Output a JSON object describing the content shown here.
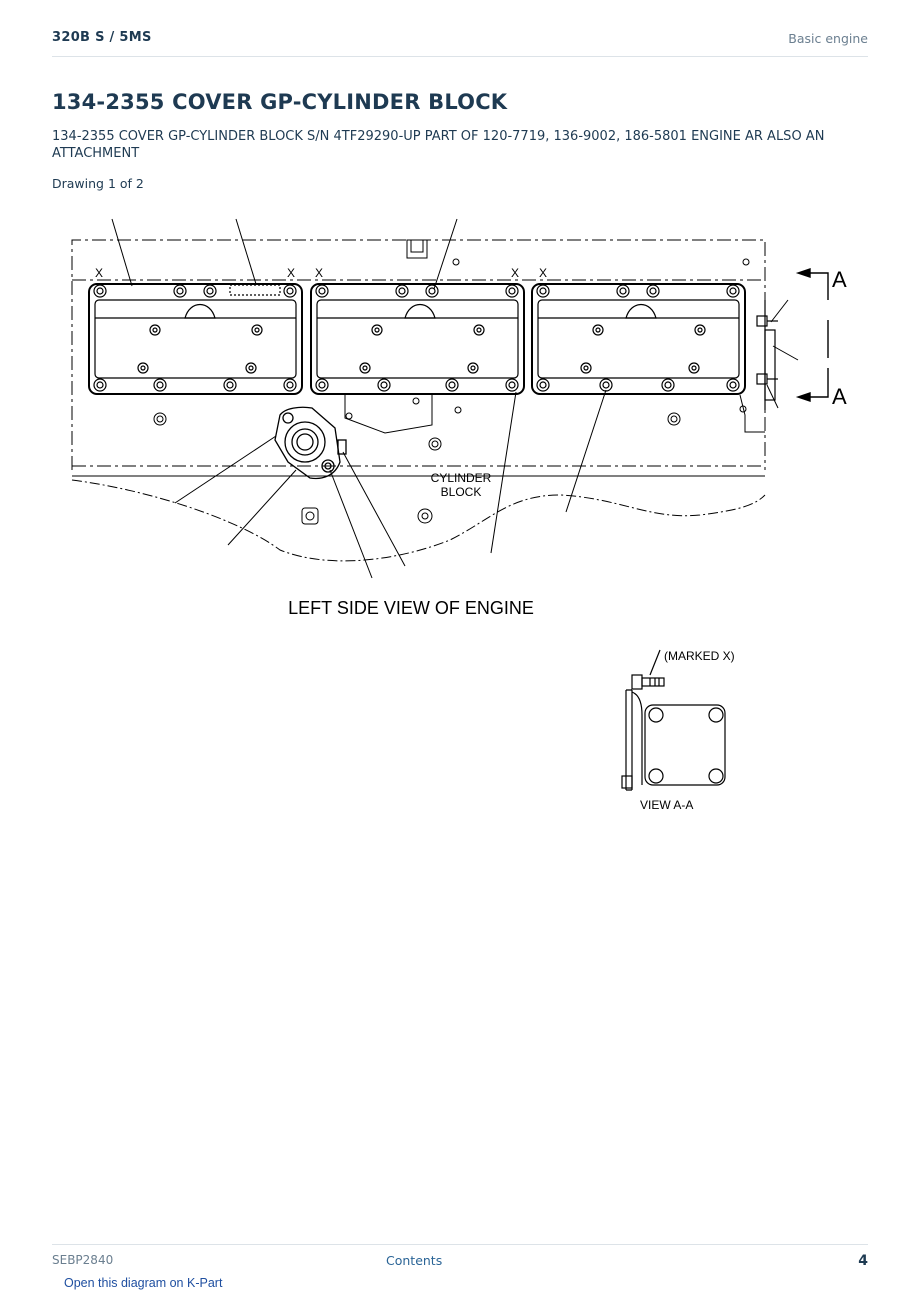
{
  "header": {
    "model": "320B S  /  5MS",
    "section": "Basic engine"
  },
  "title": "134-2355 COVER GP-CYLINDER BLOCK",
  "description": "134-2355 COVER GP-CYLINDER BLOCK S/N 4TF29290-UP PART OF 120-7719, 136-9002, 186-5801 ENGINE AR ALSO AN ATTACHMENT",
  "drawing_label": "Drawing 1 of 2",
  "diagram": {
    "x_marks": [
      "X",
      "X",
      "X",
      "X",
      "X"
    ],
    "section_marker_top": "A",
    "section_marker_bottom": "A",
    "cylinder_block_label_line1": "CYLINDER",
    "cylinder_block_label_line2": "BLOCK",
    "main_caption": "LEFT SIDE VIEW OF ENGINE",
    "marked_label": "(MARKED X)",
    "view_label": "VIEW A-A"
  },
  "footer": {
    "doc_code": "SEBP2840",
    "contents_link": "Contents",
    "page_number": "4"
  },
  "kpart_link": "Open this diagram on K-Part"
}
